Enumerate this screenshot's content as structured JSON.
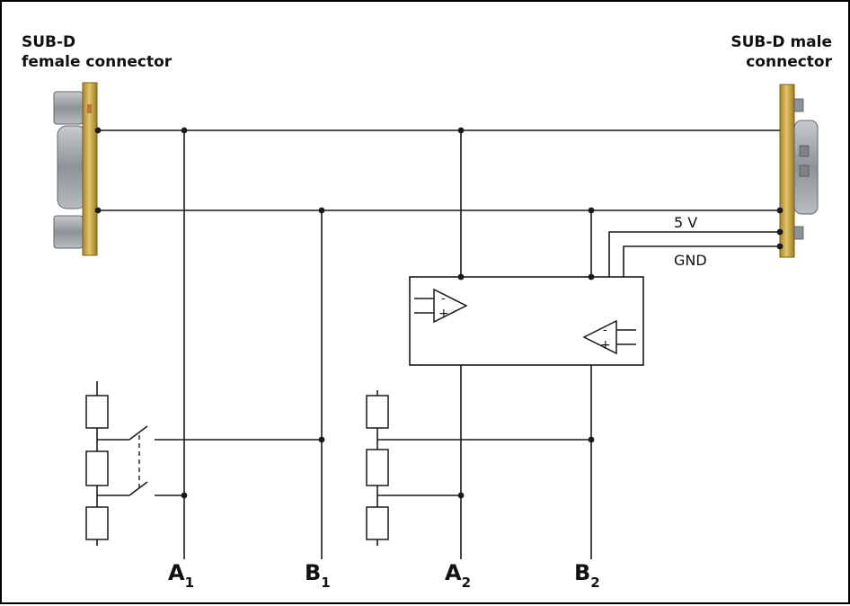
{
  "left_connector": {
    "line1": "SUB-D",
    "line2": "female connector"
  },
  "right_connector": {
    "line1": "SUB-D male",
    "line2": "connector"
  },
  "power": {
    "supply": "5 V",
    "ground": "GND"
  },
  "amplifier_signs": {
    "minus": "-",
    "plus": "+"
  },
  "terminals": [
    {
      "letter": "A",
      "index": "1"
    },
    {
      "letter": "B",
      "index": "1"
    },
    {
      "letter": "A",
      "index": "2"
    },
    {
      "letter": "B",
      "index": "2"
    }
  ],
  "colors": {
    "connector_metal": "#c9a94a",
    "connector_body": "#9aa0a6",
    "wire": "#1a1a1a"
  }
}
